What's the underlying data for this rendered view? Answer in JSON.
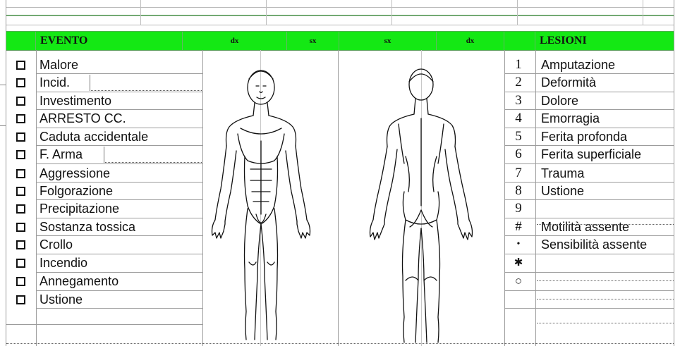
{
  "header": {
    "evento": "EVENTO",
    "dx1": "dx",
    "sx1": "sx",
    "sx2": "sx",
    "dx2": "dx",
    "lesioni": "LESIONI"
  },
  "events": [
    "Malore",
    "Incid.",
    "Investimento",
    "ARRESTO CC.",
    "Caduta accidentale",
    "F. Arma",
    "Aggressione",
    "Folgorazione",
    "Precipitazione",
    "Sostanza tossica",
    "Crollo",
    "Incendio",
    "Annegamento",
    "Ustione"
  ],
  "lesions": [
    {
      "code": "1",
      "label": "Amputazione"
    },
    {
      "code": "2",
      "label": "Deformità"
    },
    {
      "code": "3",
      "label": "Dolore"
    },
    {
      "code": "4",
      "label": "Emorragia"
    },
    {
      "code": "5",
      "label": "Ferita profonda"
    },
    {
      "code": "6",
      "label": "Ferita superficiale"
    },
    {
      "code": "7",
      "label": "Trauma"
    },
    {
      "code": "8",
      "label": "Ustione"
    },
    {
      "code": "9",
      "label": ""
    },
    {
      "code": "#",
      "label": "Motilità assente"
    },
    {
      "code": "•",
      "label": "Sensibilità assente"
    },
    {
      "code": "✱",
      "label": ""
    },
    {
      "code": "○",
      "label": ""
    }
  ],
  "colors": {
    "header_green": "#14e814",
    "grid": "#9c9c9c",
    "text": "#111111"
  },
  "icons": {
    "checkbox": "checkbox-icon",
    "body_front": "body-front-figure",
    "body_back": "body-back-figure"
  }
}
